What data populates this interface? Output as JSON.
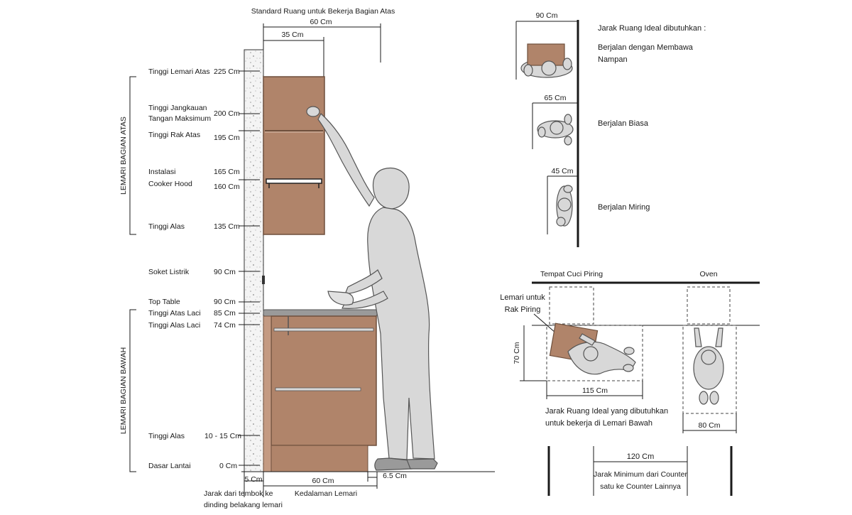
{
  "colors": {
    "cabinet": "#b0846a",
    "cabinet_edge": "#6e4f3c",
    "person": "#d8d8d8",
    "person_edge": "#555555",
    "line": "#1a1a1a",
    "wall": "#f2f2f2"
  },
  "top": {
    "header": "Standard Ruang untuk Bekerja Bagian Atas",
    "width_60": "60 Cm",
    "width_35": "35 Cm"
  },
  "group_labels": {
    "upper": "LEMARI BAGIAN ATAS",
    "lower": "LEMARI BAGIAN BAWAH"
  },
  "heights": [
    {
      "label": "Tinggi Lemari Atas",
      "value": "225 Cm"
    },
    {
      "label": "Tinggi Jangkauan",
      "label2": "Tangan Maksimum",
      "value": "200 Cm"
    },
    {
      "label": "Tinggi Rak Atas",
      "value": "195 Cm"
    },
    {
      "label": "Instalasi",
      "value": "165 Cm"
    },
    {
      "label": "Cooker Hood",
      "value": "160 Cm"
    },
    {
      "label": "Tinggi Alas",
      "value": "135 Cm"
    },
    {
      "label": "Soket Listrik",
      "value": "90 Cm"
    },
    {
      "label": "Top Table",
      "value": "90 Cm"
    },
    {
      "label": "Tinggi Atas Laci",
      "value": "85 Cm"
    },
    {
      "label": "Tinggi Alas Laci",
      "value": "74 Cm"
    },
    {
      "label": "Tinggi Alas",
      "value": "10 - 15 Cm"
    },
    {
      "label": "Dasar Lantai",
      "value": "0 Cm"
    }
  ],
  "bottom": {
    "gap_5": "5 Cm",
    "depth_60": "60 Cm",
    "toe_65": "6.5 Cm",
    "wall_note_1": "Jarak dari tembok ke",
    "wall_note_2": "dinding belakang lemari",
    "depth_note": "Kedalaman Lemari"
  },
  "walkway": {
    "title": "Jarak Ruang Ideal dibutuhkan :",
    "items": [
      {
        "width": "90 Cm",
        "label": "Berjalan dengan Membawa",
        "label2": "Nampan"
      },
      {
        "width": "65 Cm",
        "label": "Berjalan Biasa"
      },
      {
        "width": "45 Cm",
        "label": "Berjalan Miring"
      }
    ]
  },
  "plan": {
    "sink": "Tempat Cuci Piring",
    "oven": "Oven",
    "rack_1": "Lemari untuk",
    "rack_2": "Rak Piring",
    "h70": "70 Cm",
    "w115": "115 Cm",
    "note_1": "Jarak Ruang Ideal yang dibutuhkan",
    "note_2": "untuk bekerja di Lemari Bawah",
    "w80": "80 Cm",
    "w120": "120 Cm",
    "min_1": "Jarak Minimum dari Counter",
    "min_2": "satu ke Counter Lainnya"
  }
}
